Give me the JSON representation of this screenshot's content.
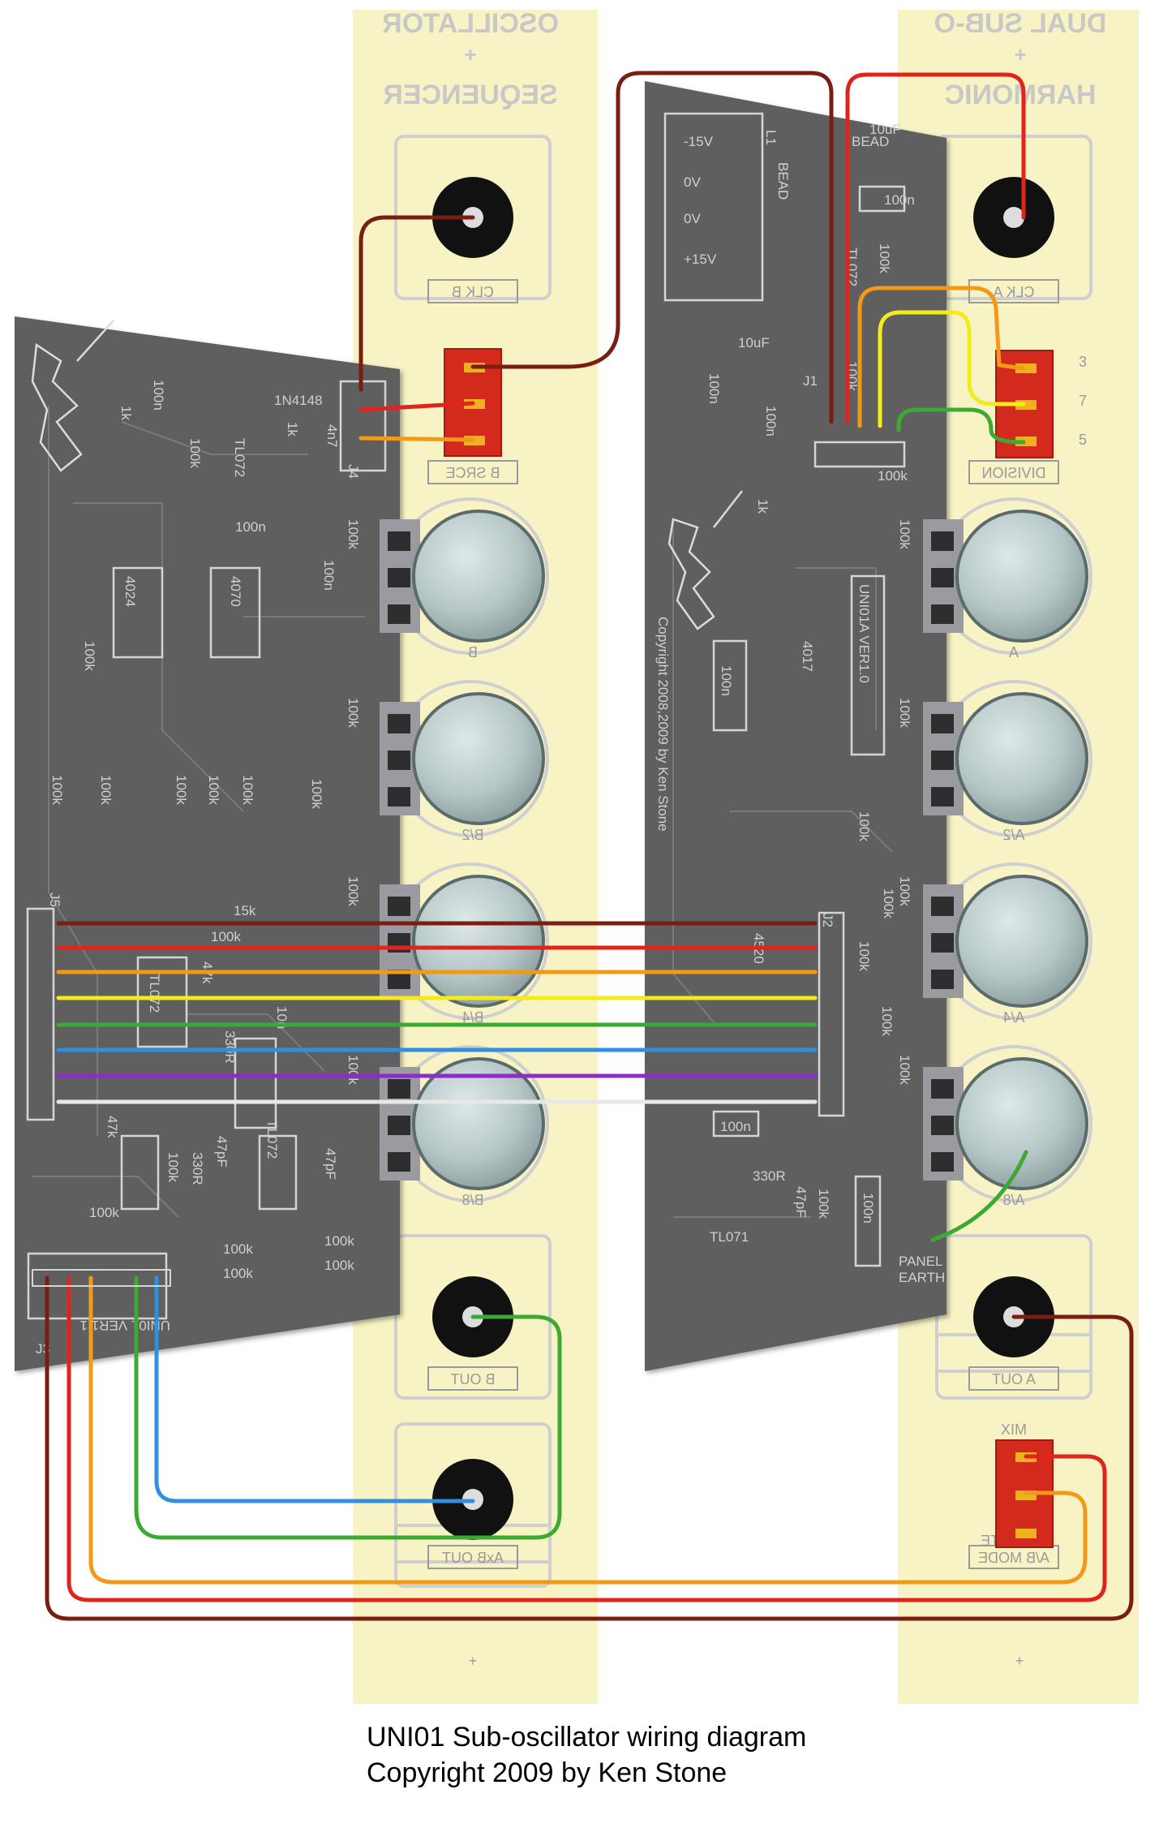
{
  "panel_left": {
    "title_line1": "OSCILLATOR",
    "plus": "+",
    "title_line2": "SEQUENCER",
    "jacks": {
      "clk": "CLK B",
      "src": "B SRCE",
      "out": "B OUT",
      "axb": "AxB OUT"
    }
  },
  "panel_right": {
    "title_line1": "DUAL SUB-O",
    "plus": "+",
    "title_line2": "HARMONIC",
    "jacks": {
      "clk": "CLK A",
      "division": "DIVISION",
      "out": "A OUT",
      "mix": "MIX",
      "mode": "A/B MODE",
      "mode2": "MOD STE"
    },
    "division_numbers": [
      "3",
      "7",
      "5"
    ]
  },
  "pot_labels_left": [
    "B",
    "B/2",
    "B/4",
    "B/8"
  ],
  "pot_labels_right": [
    "A",
    "A/2",
    "A/4",
    "A/8"
  ],
  "board_left": {
    "labels": {
      "diode": "1N4148",
      "j4": "J4",
      "j3": "J3",
      "j5": "J5",
      "ic1": "TL072",
      "ic2": "4024",
      "ic3": "4070",
      "ic4": "TL072",
      "ic5": "TL072",
      "r100k": "100k",
      "r1k": "1k",
      "r15k": "15k",
      "r47k": "47k",
      "r330": "330R",
      "c100n": "100n",
      "c10n": "10n",
      "c47pf": "47pF",
      "c4n7": "4n7",
      "version": "UNI01 VER1.1"
    }
  },
  "board_right": {
    "labels": {
      "neg15": "-15V",
      "zero1": "0V",
      "zero2": "0V",
      "pos15": "+15V",
      "bead": "BEAD",
      "l1": "L1",
      "cap10uf": "10uF",
      "c100n": "100n",
      "tl072": "TL072",
      "j1": "J1",
      "j2": "J2",
      "r100k": "100k",
      "r1k": "1k",
      "ic4017": "4017",
      "ic4520": "4520",
      "tl071": "TL071",
      "r330": "330R",
      "c47pf": "47pF",
      "panel_earth1": "PANEL",
      "panel_earth2": "EARTH",
      "version": "UNI01A VER1.0",
      "copyright": "Copyright 2008,2009 by Ken Stone"
    }
  },
  "wire_colors": {
    "brown": "#7a1e14",
    "red": "#e0241b",
    "orange": "#f29a18",
    "yellow": "#f4ec1a",
    "green": "#3caa32",
    "blue": "#2f8fe0",
    "purple": "#8e2bc9",
    "white": "#f2f2f2"
  },
  "caption": {
    "line1": "UNI01 Sub-oscillator wiring diagram",
    "line2": "Copyright 2009 by Ken Stone"
  }
}
